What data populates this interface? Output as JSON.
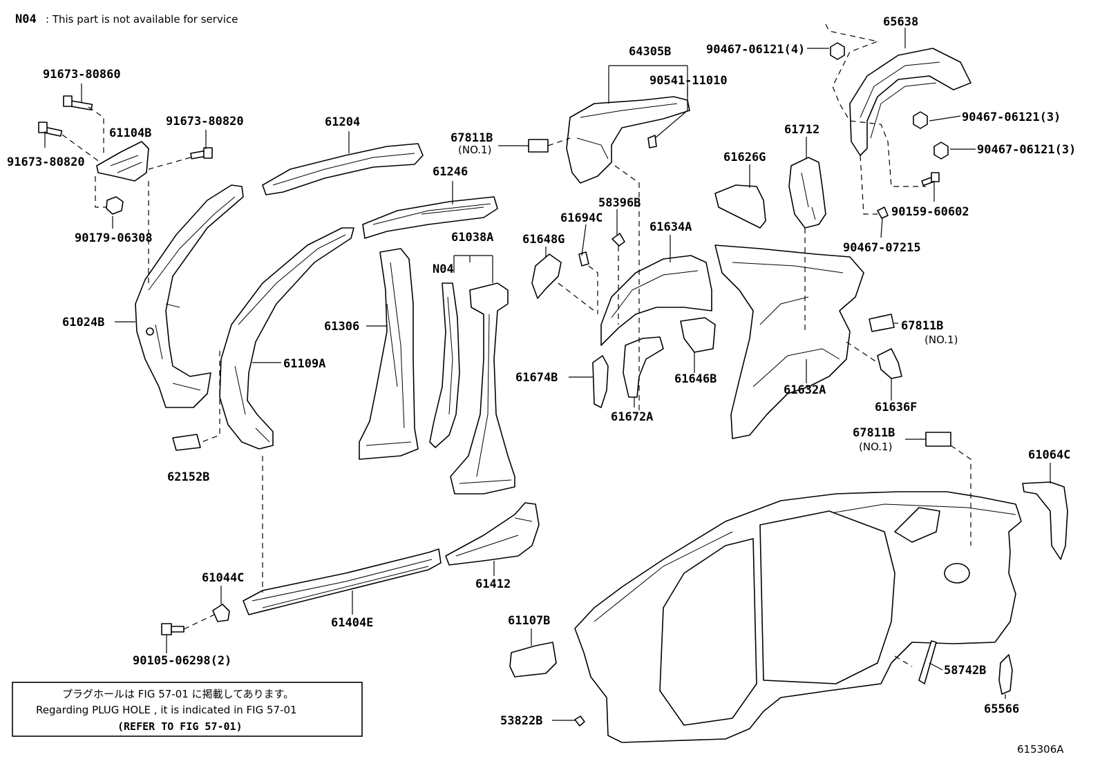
{
  "note": {
    "code": "N04",
    "text": ": This part is not available for service"
  },
  "plug_hole_note": {
    "line1": "プラグホールは FIG 57-01 に掲載してあります。",
    "line2": "Regarding PLUG HOLE , it is indicated in FIG 57-01",
    "line3": "(REFER TO FIG 57-01)"
  },
  "figure_id": "615306A",
  "labels": {
    "p91673_80860": "91673-80860",
    "p61104B": "61104B",
    "p91673_80820_a": "91673-80820",
    "p91673_80820_b": "91673-80820",
    "p90179_06308": "90179-06308",
    "p61024B": "61024B",
    "p61204": "61204",
    "p61246": "61246",
    "p67811B_1": "67811B",
    "p67811B_1_sub": "(NO.1)",
    "p61038A": "61038A",
    "p61038A_n04": "N04",
    "p61306": "61306",
    "p61109A": "61109A",
    "p62152B": "62152B",
    "p64305B": "64305B",
    "p90541_11010": "90541-11010",
    "p61694C": "61694C",
    "p58396B": "58396B",
    "p61648G": "61648G",
    "p61634A": "61634A",
    "p61674B": "61674B",
    "p61672A": "61672A",
    "p61646B": "61646B",
    "p61626G": "61626G",
    "p61712": "61712",
    "p90467_06121_4": "90467-06121(4)",
    "p65638": "65638",
    "p90467_06121_3a": "90467-06121(3)",
    "p90467_06121_3b": "90467-06121(3)",
    "p90159_60602": "90159-60602",
    "p90467_07215": "90467-07215",
    "p67811B_2": "67811B",
    "p67811B_2_sub": "(NO.1)",
    "p61632A": "61632A",
    "p61636F": "61636F",
    "p67811B_3": "67811B",
    "p67811B_3_sub": "(NO.1)",
    "p61064C": "61064C",
    "p61044C": "61044C",
    "p61404E": "61404E",
    "p61412": "61412",
    "p90105_06298": "90105-06298(2)",
    "p61107B": "61107B",
    "p53822B": "53822B",
    "p58742B": "58742B",
    "p65566": "65566"
  }
}
